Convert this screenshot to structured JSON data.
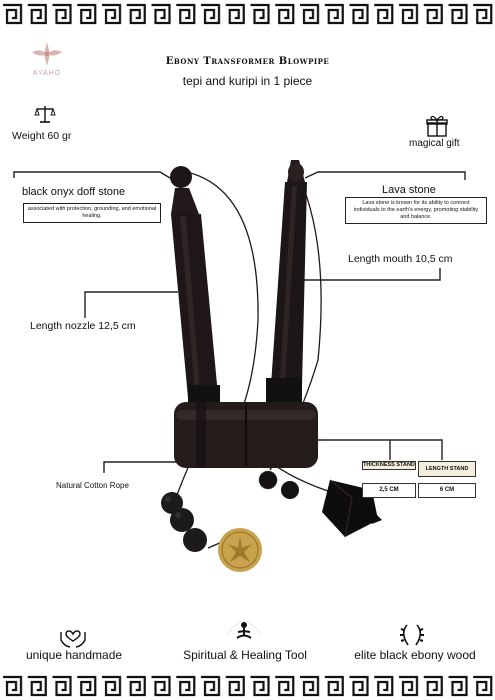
{
  "brand": {
    "logo_text": "AYAHO"
  },
  "title": "Ebony Transformer Blowpipe",
  "subtitle": "tepi and kuripi in 1 piece",
  "weight": {
    "label": "Weight 60 gr",
    "icon": "balance-scale-icon"
  },
  "gift": {
    "label": "magical gift",
    "icon": "gift-box-icon"
  },
  "onyx": {
    "title": "black onyx doff stone",
    "desc": "associated with protection, grounding, and emotional healing."
  },
  "lava": {
    "title": "Lava stone",
    "desc": "Lava stone is known for its ability to connect individuals to the earth's energy, promoting stability and balance."
  },
  "length_mouth": "Length mouth 10,5 cm",
  "length_nozzle": "Length nozzle 12,5 cm",
  "rope": "Natural Cotton Rope",
  "specs": [
    {
      "head": "THICKNESS STAND",
      "value": "2,5 CM"
    },
    {
      "head": "LENGTH STAND",
      "value": "6 CM"
    }
  ],
  "footer": [
    {
      "label": "unique handmade",
      "icon": "hands-heart-icon"
    },
    {
      "label": "Spiritual & Healing Tool",
      "icon": "meditation-icon"
    },
    {
      "label": "elite black ebony wood",
      "icon": "laurel-wreath-icon"
    }
  ]
}
